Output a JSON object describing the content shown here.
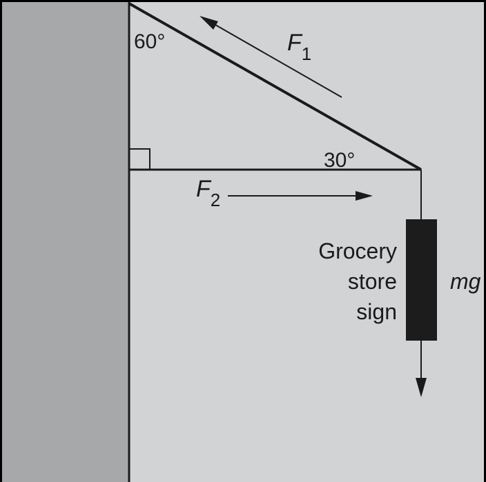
{
  "colors": {
    "frame": "#000000",
    "wall": "#a6a8aa",
    "background": "#d2d3d4",
    "line": "#1a1a1a",
    "sign": "#1c1c1c"
  },
  "labels": {
    "angle_top": "60°",
    "angle_right": "30°",
    "f1_main": "F",
    "f1_sub": "1",
    "f2_main": "F",
    "f2_sub": "2",
    "sign_line1": "Grocery",
    "sign_line2": "store",
    "sign_line3": "sign",
    "weight": "mg"
  }
}
